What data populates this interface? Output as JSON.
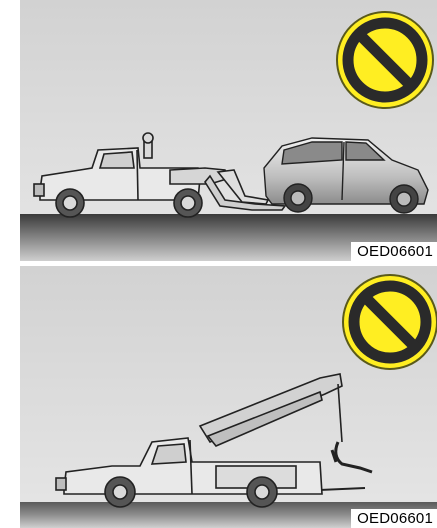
{
  "panels": [
    {
      "code": "OED06601",
      "status": "prohibited",
      "method": "wheel-lift tow with front wheels on ground"
    },
    {
      "code": "OED06601",
      "status": "prohibited",
      "method": "sling-type (hook) tow truck"
    }
  ],
  "colors": {
    "sign_fill": "#ffee22",
    "sign_stroke": "#5a5a1a",
    "vehicle_fill": "#e9e9e9",
    "outline": "#222222",
    "ground_dark": "#3a3a3a",
    "ground_light": "#c8c8c8"
  },
  "icons": [
    "prohibition-icon",
    "tow-truck-icon",
    "hatchback-car-icon",
    "hook-tow-truck-icon"
  ]
}
